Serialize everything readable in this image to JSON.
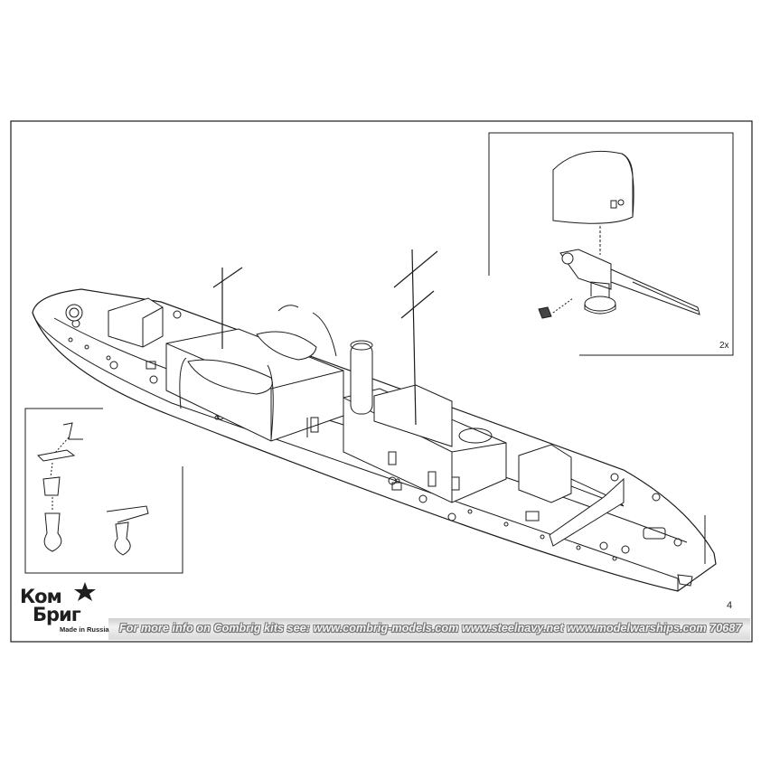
{
  "page": {
    "number": "4"
  },
  "inset_right": {
    "quantity": "2x"
  },
  "brand": {
    "logo_line1": "Ком",
    "logo_line2": "Бриг",
    "made_in": "Made in Russia"
  },
  "footer": {
    "text": "For more info on Combrig kits see: www.combrig-models.com www.steelnavy.net  www.modelwarships.com  70687"
  },
  "colors": {
    "line": "#1c1c1c",
    "hull_fill": "#ffffff",
    "footer_bg": "#d8d8d8"
  }
}
